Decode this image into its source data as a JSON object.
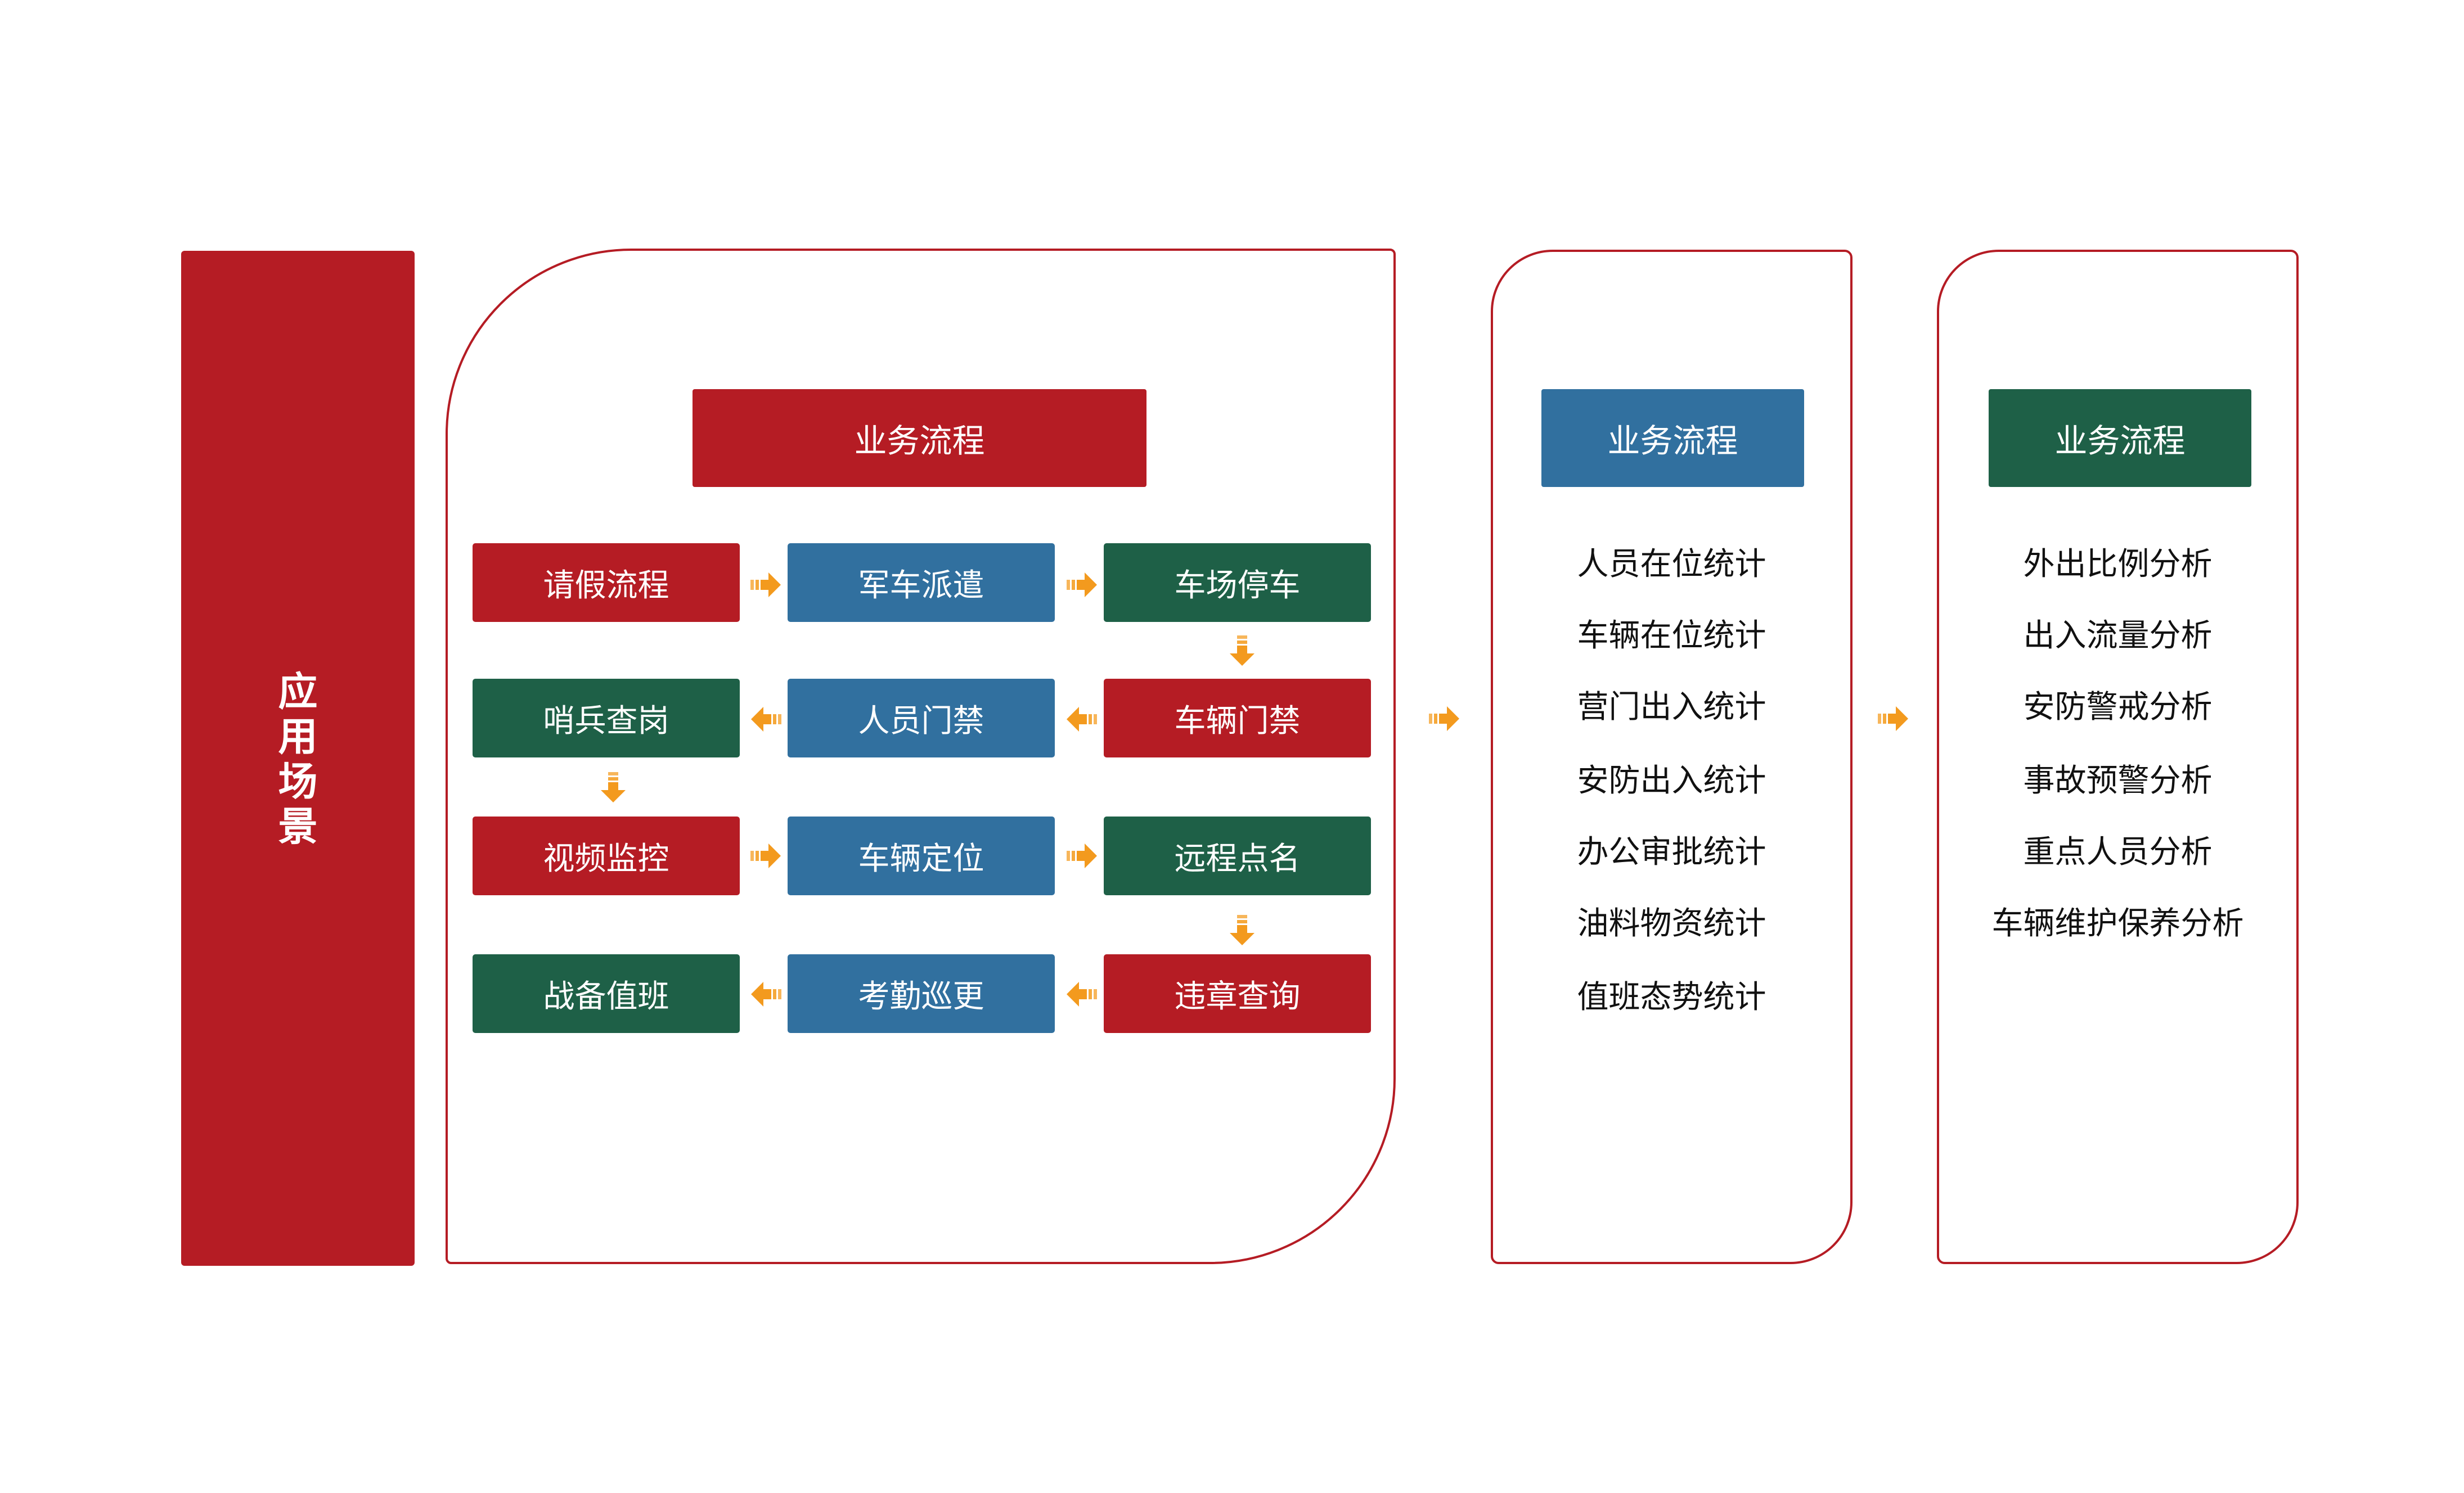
{
  "side_label": "应用场景",
  "panels": [
    {
      "header": "业务流程"
    },
    {
      "header": "业务流程"
    },
    {
      "header": "业务流程"
    }
  ],
  "flow": {
    "row1": [
      "请假流程",
      "军车派遣",
      "车场停车"
    ],
    "row2": [
      "哨兵查岗",
      "人员门禁",
      "车辆门禁"
    ],
    "row3": [
      "视频监控",
      "车辆定位",
      "远程点名"
    ],
    "row4": [
      "战备值班",
      "考勤巡更",
      "违章查询"
    ]
  },
  "stats": [
    "人员在位统计",
    "车辆在位统计",
    "营门出入统计",
    "安防出入统计",
    "办公审批统计",
    "油料物资统计",
    "值班态势统计"
  ],
  "analysis": [
    "外出比例分析",
    "出入流量分析",
    "安防警戒分析",
    "事故预警分析",
    "重点人员分析",
    "车辆维护保养分析"
  ],
  "colors": {
    "red": "#b51c24",
    "blue": "#31709f",
    "green": "#1e6047",
    "arrow": "#f39a1e"
  }
}
